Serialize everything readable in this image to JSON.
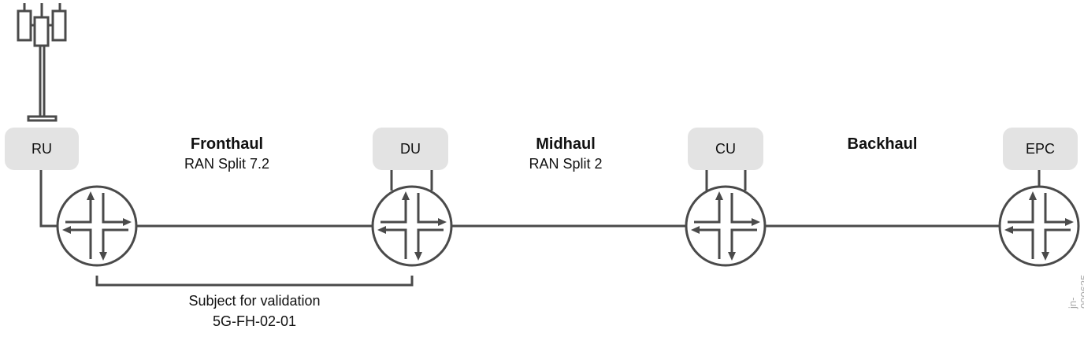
{
  "nodes": {
    "ru": "RU",
    "du": "DU",
    "cu": "CU",
    "epc": "EPC"
  },
  "segments": {
    "fronthaul": {
      "title": "Fronthaul",
      "subtitle": "RAN Split 7.2"
    },
    "midhaul": {
      "title": "Midhaul",
      "subtitle": "RAN Split 2"
    },
    "backhaul": {
      "title": "Backhaul"
    }
  },
  "validation": {
    "line1": "Subject for validation",
    "line2": "5G-FH-02-01"
  },
  "watermark": "jn-000635",
  "colors": {
    "line": "#4a4a4a",
    "box": "#e3e3e3"
  }
}
